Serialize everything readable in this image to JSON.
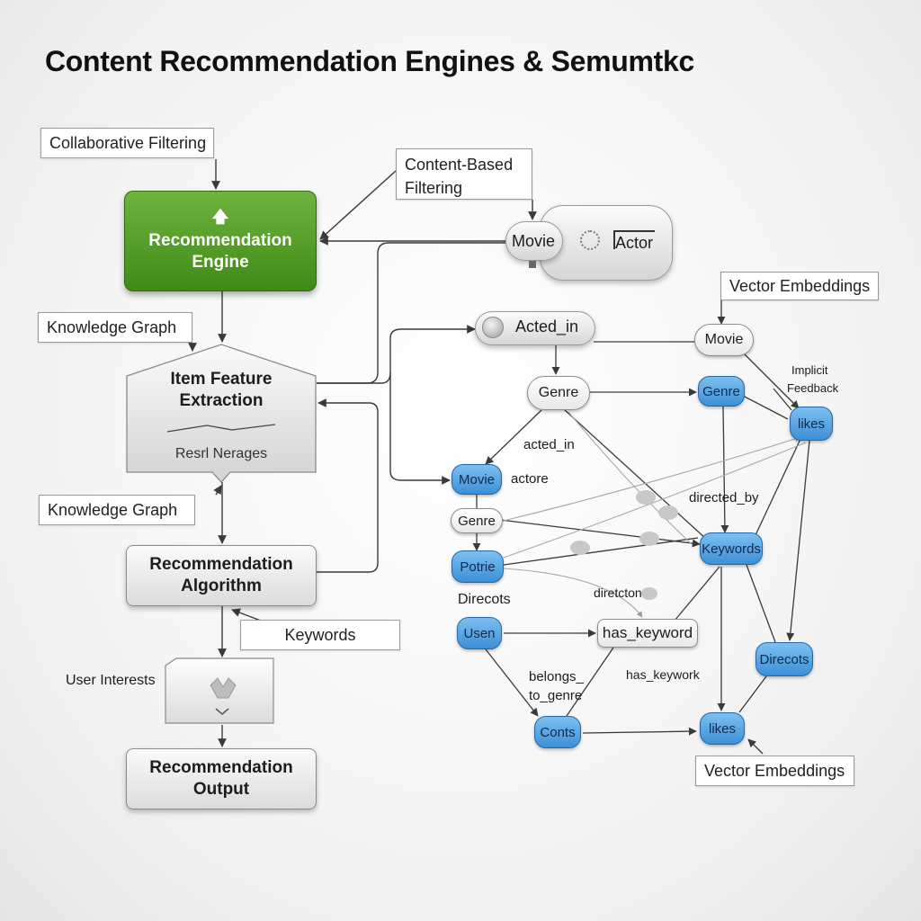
{
  "title": "Content Recommendation Engines & Semumtkc",
  "labels": {
    "collaborative_filtering": "Collaborative Filtering",
    "content_based_filtering": "Content-Based Filtering",
    "knowledge_graph_top": "Knowledge Graph",
    "knowledge_graph_bottom": "Knowledge Graph",
    "keywords": "Keywords",
    "user_interests": "User Interests",
    "vector_embeddings_top": "Vector Embeddings",
    "vector_embeddings_bottom": "Vector Embeddings"
  },
  "pipeline": {
    "engine_line1": "Recommendation",
    "engine_line2": "Engine",
    "extraction_line1": "Item Feature",
    "extraction_line2": "Extraction",
    "extraction_sub": "Resrl Nerages",
    "algorithm_line1": "Recommendation",
    "algorithm_line2": "Algorithm",
    "output_line1": "Recommendation",
    "output_line2": "Output"
  },
  "movie_actor_pill": {
    "movie": "Movie",
    "actor": "Actor"
  },
  "acted_in_pill": "Acted_in",
  "graph": {
    "nodes": {
      "movie_top": "Movie",
      "genre_top": "Genre",
      "genre_blue_top": "Genre",
      "likes_top": "likes",
      "movie_blue": "Movie",
      "genre_mid": "Genre",
      "potrie": "Potrie",
      "keywords": "Keywords",
      "usen": "Usen",
      "has_keyword": "has_keyword",
      "direcots_right": "Direcots",
      "conts": "Conts",
      "likes_bottom": "likes"
    },
    "edge_labels": {
      "implicit_feedback_line1": "Implicit",
      "implicit_feedback_line2": "Feedback",
      "acted_in": "acted_in",
      "actore": "actore",
      "directed_by": "directed_by",
      "direcots_left": "Direcots",
      "direction": "diretcton",
      "belongs_line1": "belongs_",
      "belongs_line2": "to_genre",
      "has_keywork": "has_keywork"
    }
  },
  "colors": {
    "engine_green": "#4f9a24",
    "node_blue": "#4a9ae0",
    "edge": "#3a3a3a"
  }
}
